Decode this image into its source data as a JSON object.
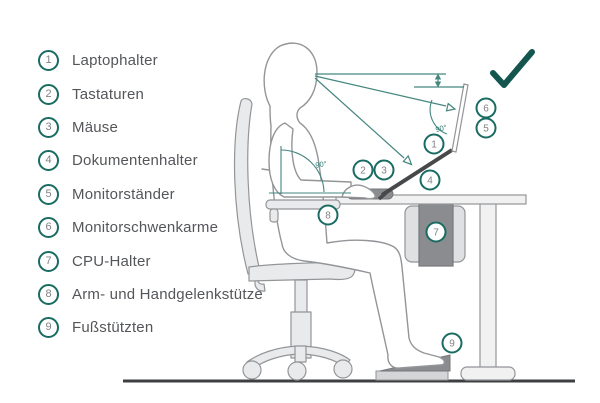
{
  "legend": {
    "items": [
      {
        "num": "1",
        "label": "Laptophalter"
      },
      {
        "num": "2",
        "label": "Tastaturen"
      },
      {
        "num": "3",
        "label": "Mäuse"
      },
      {
        "num": "4",
        "label": "Dokumentenhalter"
      },
      {
        "num": "5",
        "label": "Monitorständer"
      },
      {
        "num": "6",
        "label": "Monitorschwenkarme"
      },
      {
        "num": "7",
        "label": "CPU-Halter"
      },
      {
        "num": "8",
        "label": "Arm- und Handgelenkstütze"
      },
      {
        "num": "9",
        "label": "Fußstützten"
      }
    ]
  },
  "diagram": {
    "callouts": [
      {
        "num": "1"
      },
      {
        "num": "2"
      },
      {
        "num": "3"
      },
      {
        "num": "4"
      },
      {
        "num": "5"
      },
      {
        "num": "6"
      },
      {
        "num": "7"
      },
      {
        "num": "8"
      },
      {
        "num": "9"
      }
    ],
    "angle_elbow_label": "90°",
    "angle_screen_label": "90°",
    "checkmark_glyph": "✓"
  },
  "colors": {
    "accent_teal": "#1A6B62",
    "annotation_teal": "#45867F",
    "checkmark_teal": "#14564F",
    "outline_gray": "#939598",
    "light_fill": "#E9EAEB",
    "mid_gray": "#8A8C8F",
    "dark_gray": "#47484A",
    "label_text": "#54565A",
    "number_text": "#808285"
  }
}
